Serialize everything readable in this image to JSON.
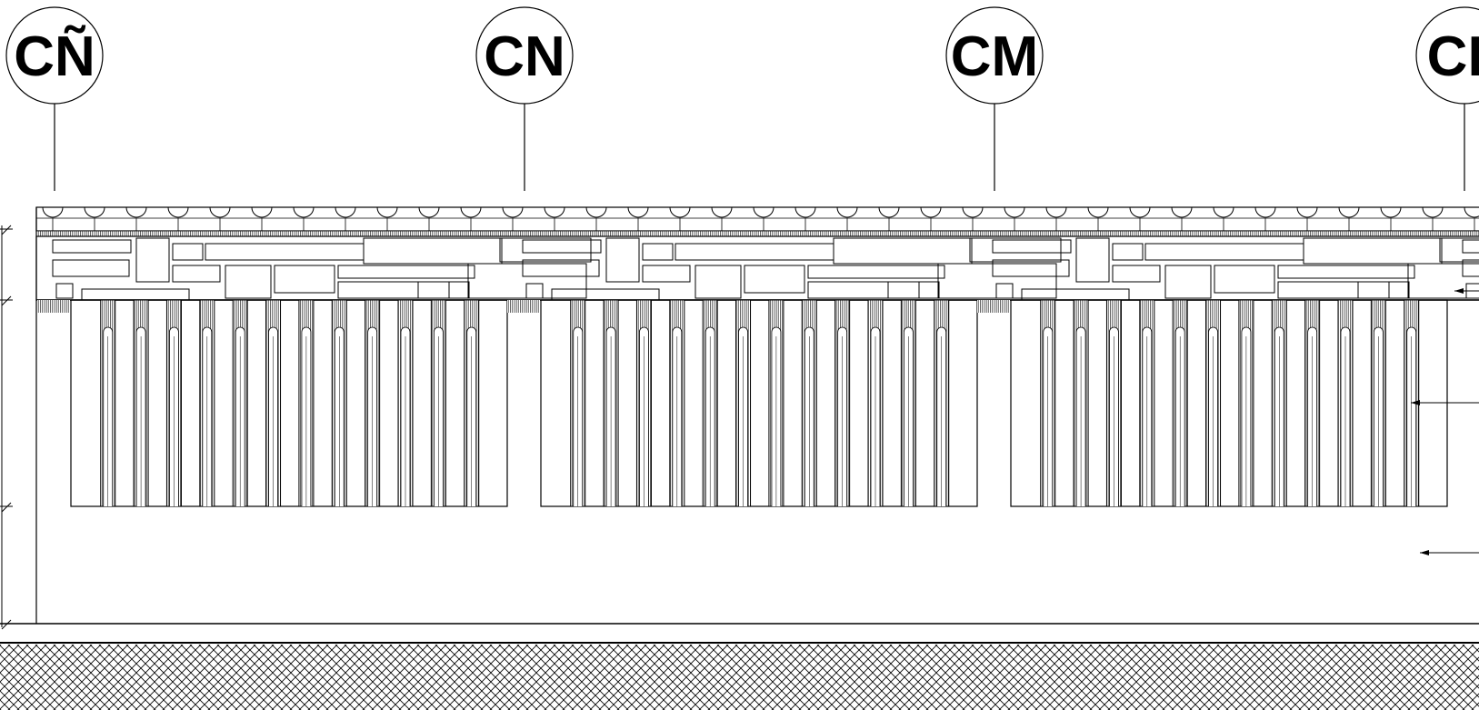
{
  "drawing": {
    "type": "architectural-elevation",
    "axes": [
      {
        "id": "cn-tilde",
        "label": "CÑ"
      },
      {
        "id": "cn",
        "label": "CN"
      },
      {
        "id": "cm",
        "label": "CM"
      },
      {
        "id": "cl",
        "label": "CL"
      }
    ],
    "module_count": 3,
    "columns_per_module": 12,
    "colors": {
      "line": "#000000",
      "background": "#ffffff"
    },
    "ground": {
      "pattern": "cross-hatch"
    }
  }
}
